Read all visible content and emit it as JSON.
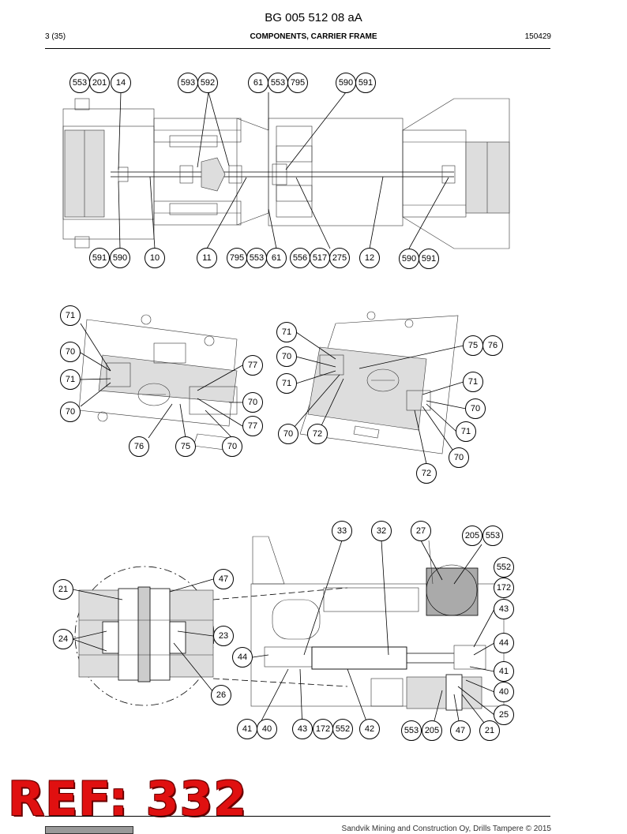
{
  "header": {
    "doc_number": "BG 005 512 08 aA",
    "page": "3 (35)",
    "section_title": "COMPONENTS, CARRIER FRAME",
    "revision": "150429"
  },
  "callouts": {
    "c_553a": "553",
    "c_201": "201",
    "c_14": "14",
    "c_593": "593",
    "c_592": "592",
    "c_61a": "61",
    "c_553b": "553",
    "c_795a": "795",
    "c_590a": "590",
    "c_591a": "591",
    "c_591b": "591",
    "c_590b": "590",
    "c_10": "10",
    "c_11": "11",
    "c_795b": "795",
    "c_553c": "553",
    "c_61b": "61",
    "c_556": "556",
    "c_517": "517",
    "c_275": "275",
    "c_12": "12",
    "c_590c": "590",
    "c_591c": "591",
    "d_71a": "71",
    "d_70a": "70",
    "d_71b": "71",
    "d_70b": "70",
    "d_77a": "77",
    "d_70c": "70",
    "d_77b": "77",
    "d_76": "76",
    "d_75": "75",
    "d_70d": "70",
    "e_71a": "71",
    "e_75": "75",
    "e_76": "76",
    "e_70a": "70",
    "e_71b": "71",
    "e_71c": "71",
    "e_70b": "70",
    "e_71d": "71",
    "e_70c": "70",
    "e_72a": "72",
    "e_70d": "70",
    "e_72b": "72",
    "f_33": "33",
    "f_32": "32",
    "f_27": "27",
    "f_205a": "205",
    "f_553a": "553",
    "f_552a": "552",
    "f_172a": "172",
    "f_43a": "43",
    "f_44a": "44",
    "f_41a": "41",
    "f_40a": "40",
    "f_25": "25",
    "f_21a": "21",
    "f_47a": "47",
    "f_205b": "205",
    "f_553b": "553",
    "f_42": "42",
    "f_552b": "552",
    "f_172b": "172",
    "f_43b": "43",
    "f_40b": "40",
    "f_41b": "41",
    "f_44b": "44",
    "f_47b": "47",
    "f_21b": "21",
    "f_24": "24",
    "f_23": "23",
    "f_26": "26"
  },
  "stamp": "REF: 332",
  "footer": {
    "copyright": "Sandvik Mining and Construction Oy, Drills Tampere © 2015"
  }
}
